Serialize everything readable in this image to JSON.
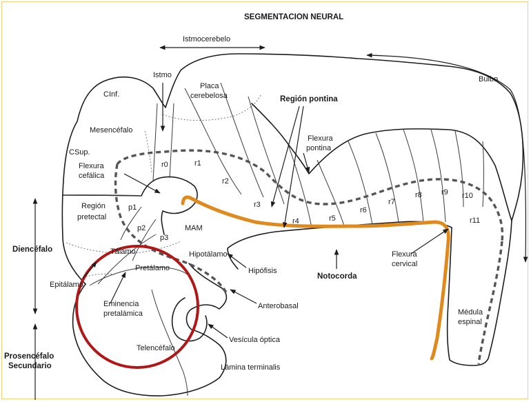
{
  "figure": {
    "title": "SEGMENTACION NEURAL",
    "labels": {
      "istmocerebelo": "Istmocerebelo",
      "bulbo": "Bulbo",
      "istmo": "Istmo",
      "placa": "Placa\ncerebelosa",
      "cinf": "CInf.",
      "region_pontina": "Región pontina",
      "mesencefalo": "Mesencéfalo",
      "csup": "CSup.",
      "flexura_pontina": "Flexura\npontina",
      "flexura_cefalica": "Flexura\ncefálica",
      "r0": "r0",
      "r1": "r1",
      "r2": "r2",
      "r3": "r3",
      "r4": "r4",
      "r5": "r5",
      "r6": "r6",
      "r7": "r7",
      "r8": "r8",
      "r9": "r9",
      "r10": "r10",
      "r11": "r11",
      "p1": "p1",
      "p2": "p2",
      "p3": "p3",
      "region_pretectal": "Región\npretectal",
      "mam": "MAM",
      "diencefalo": "Diencéfalo",
      "talamo": "Tálamo",
      "hipotalamo": "Hipotálamo",
      "hipofisis": "Hipófisis",
      "notocorda": "Notocorda",
      "flexura_cervical": "Flexura\ncervical",
      "pretalamo": "Pretálamo",
      "epitalamo": "Epitálamo",
      "eminencia": "Eminencia\npretalámica",
      "anterobasal": "Anterobasal",
      "medula": "Médula\nespinal",
      "vesicula": "Vesícula óptica",
      "prosencefalo": "Prosencéfalo\nSecundario",
      "telencefalo": "Telencéfalo",
      "lamina": "Lámina terminalis"
    }
  },
  "colors": {
    "notochord": "#e08a1e",
    "highlight_circle": "#b01818",
    "frame": "#f0d27a",
    "line": "#1c1c1c"
  }
}
